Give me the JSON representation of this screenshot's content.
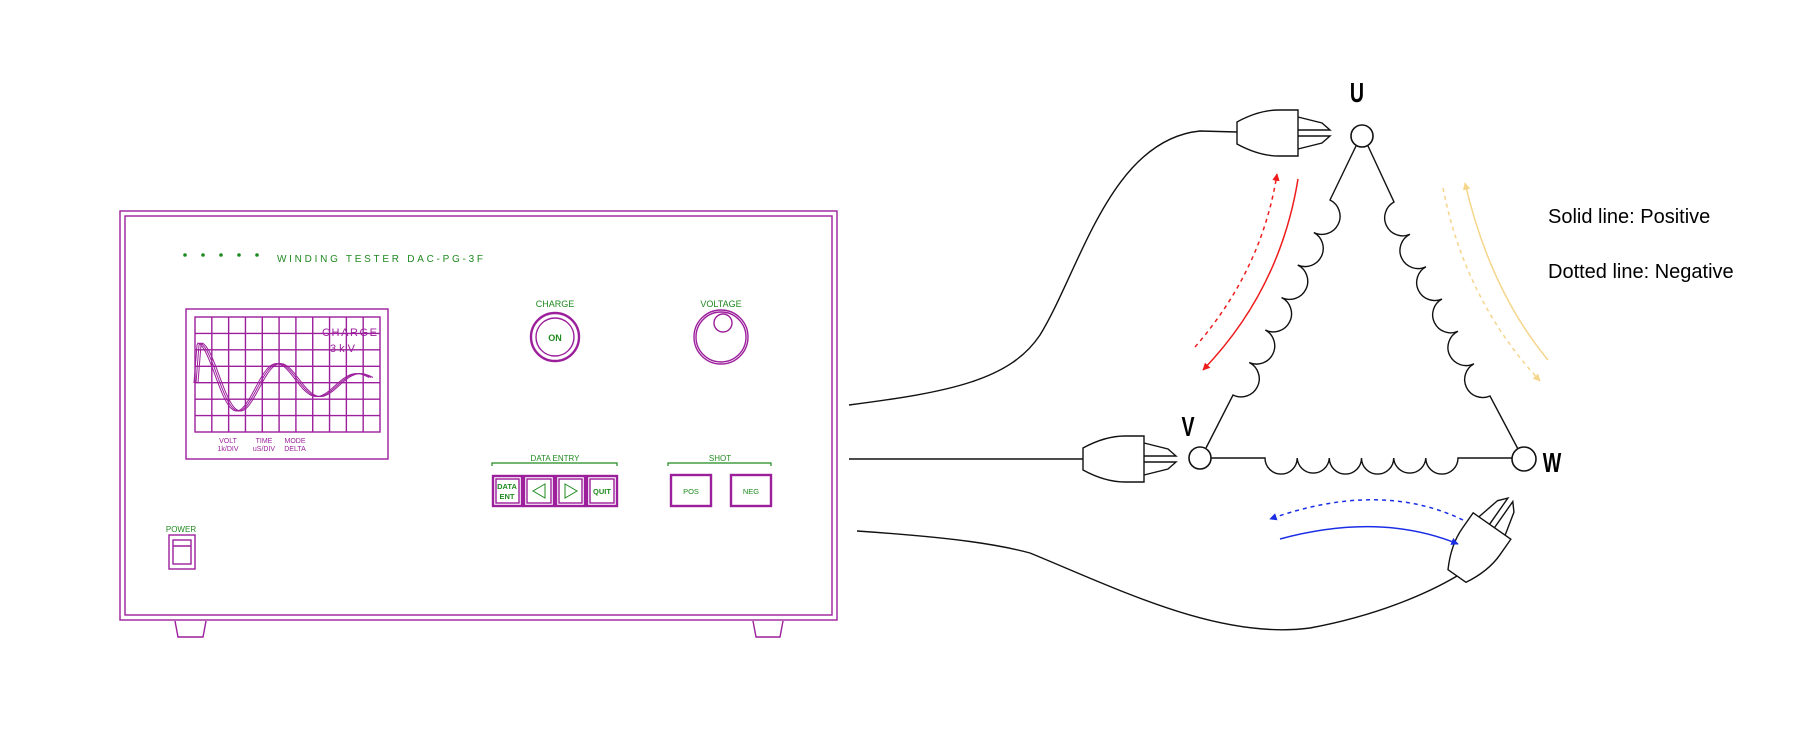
{
  "device": {
    "title": "WINDING TESTER  DAC-PG-3F",
    "screen": {
      "status_label": "CHARGE",
      "voltage_readout": "3kV",
      "volt_label": "VOLT",
      "volt_value": "1k/DIV",
      "time_label": "TIME",
      "time_value": "uS/DIV",
      "mode_label": "MODE",
      "mode_value": "DELTA"
    },
    "charge_label": "CHARGE",
    "charge_button": "ON",
    "voltage_label": "VOLTAGE",
    "data_entry_label": "DATA ENTRY",
    "data_ent_line1": "DATA",
    "data_ent_line2": "ENT",
    "quit_button": "QUIT",
    "shot_label": "SHOT",
    "pos_button": "POS",
    "neg_button": "NEG",
    "power_label": "POWER"
  },
  "terminals": {
    "u": "U",
    "v": "V",
    "w": "W"
  },
  "legend": {
    "solid": "Solid line: Positive",
    "dotted": "Dotted line: Negative"
  },
  "colors": {
    "panel": "#9c1f9c",
    "panel_text": "#1f8a1f",
    "uv_arrow": "#ee1c1c",
    "uw_arrow": "#f5d58a",
    "vw_arrow": "#1a2ee6"
  }
}
